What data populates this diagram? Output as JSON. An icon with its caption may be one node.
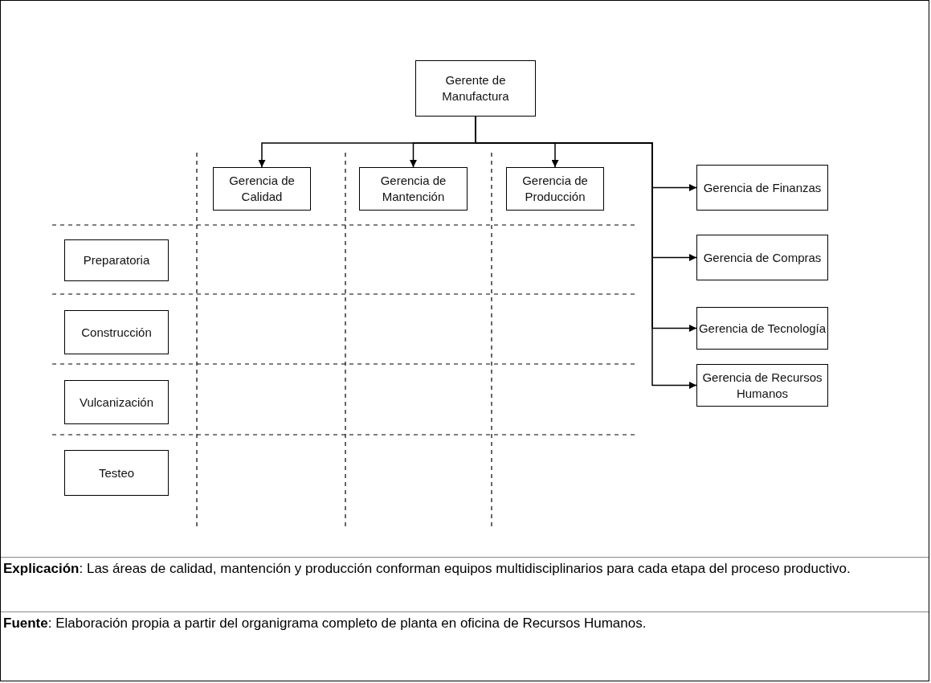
{
  "diagram": {
    "nodes": [
      {
        "text": [
          "Gerente de Manufactura"
        ]
      },
      {
        "text": [
          "Gerencia de Calidad"
        ]
      },
      {
        "text": [
          "Gerencia de Mantención"
        ]
      },
      {
        "text": [
          "Gerencia de Producción"
        ]
      },
      {
        "text": [
          "Gerencia de Finanzas"
        ]
      },
      {
        "text": [
          "Gerencia de Compras"
        ]
      },
      {
        "text": [
          "Gerencia de Tecnología"
        ]
      },
      {
        "text": [
          "Gerencia de Recursos Humanos"
        ]
      },
      {
        "text": [
          "Preparatoria"
        ]
      },
      {
        "text": [
          "Construcción"
        ]
      },
      {
        "text": [
          "Vulcanización"
        ]
      },
      {
        "text": [
          "Testeo"
        ]
      }
    ],
    "edges": [
      {
        "from": 0,
        "to": 1,
        "arrow": "to"
      },
      {
        "from": 0,
        "to": 2,
        "arrow": "to"
      },
      {
        "from": 0,
        "to": 3,
        "arrow": "to"
      },
      {
        "from": 0,
        "to": 4,
        "arrow": "to"
      },
      {
        "from": 0,
        "to": 5,
        "arrow": "to"
      },
      {
        "from": 0,
        "to": 6,
        "arrow": "to"
      },
      {
        "from": 0,
        "to": 7,
        "arrow": "to"
      }
    ],
    "labels": [
      "**Explicación**: Las áreas de calidad, mantención y producción conforman equipos multidisciplinarios para cada etapa del proceso productivo.",
      "**Fuente**: Elaboración propia a partir del organigrama completo de planta en oficina de Recursos Humanos."
    ]
  }
}
